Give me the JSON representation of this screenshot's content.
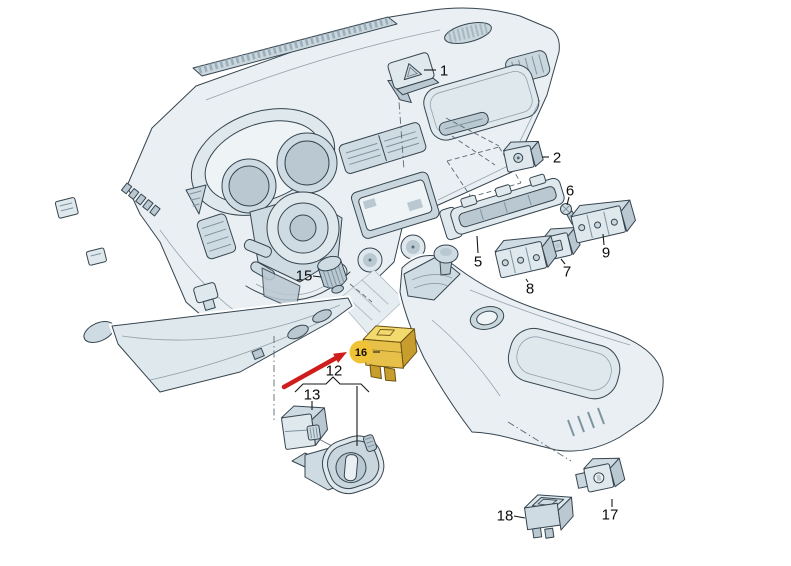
{
  "figure": {
    "kind": "exploded-parts-diagram",
    "subject": "vehicle dashboard, centre console and switch units"
  },
  "callouts": [
    {
      "label": "1"
    },
    {
      "label": "2"
    },
    {
      "label": "5"
    },
    {
      "label": "6"
    },
    {
      "label": "7"
    },
    {
      "label": "8"
    },
    {
      "label": "9"
    },
    {
      "label": "12"
    },
    {
      "label": "13"
    },
    {
      "label": "15"
    },
    {
      "label": "16"
    },
    {
      "label": "17"
    },
    {
      "label": "18"
    }
  ],
  "highlight": {
    "label": "16",
    "circle_color": "#f0c235",
    "part_fill": "#e7c04a",
    "part_fill_light": "#f3da6e",
    "part_fill_dark": "#c79d2e",
    "arrow_color": "#cf1d1d"
  },
  "palette": {
    "background": "#ffffff",
    "line": "#36454f",
    "fill_light": "#e9eff3",
    "fill_mid": "#cfdbe2",
    "fill_dark": "#b9c8d1"
  }
}
